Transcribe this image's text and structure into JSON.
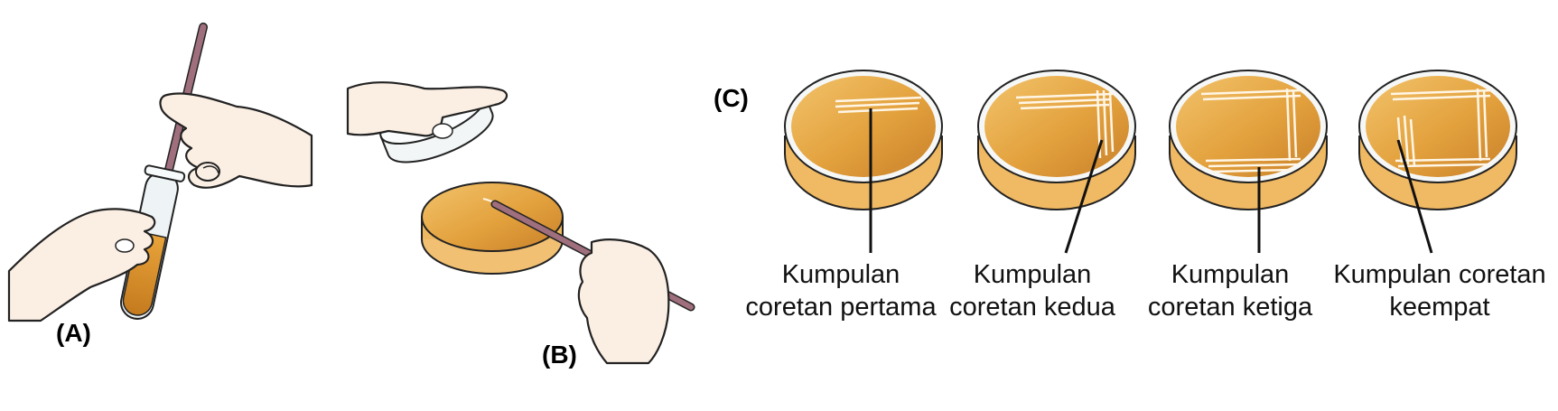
{
  "panels": {
    "a": {
      "label": "(A)"
    },
    "b": {
      "label": "(B)"
    },
    "c": {
      "label": "(C)"
    }
  },
  "dishes": [
    {
      "caption": "Kumpulan\ncoretan pertama"
    },
    {
      "caption": "Kumpulan\ncoretan kedua"
    },
    {
      "caption": "Kumpulan\ncoretan ketiga"
    },
    {
      "caption": "Kumpulan coretan\nkeempat"
    }
  ],
  "colors": {
    "agar": "#e3a13d",
    "agar_dark": "#c9802a",
    "skin": "#fbefe4",
    "outline": "#222222",
    "loop_rod": "#a06f7d",
    "streak": "#fff6e6"
  }
}
